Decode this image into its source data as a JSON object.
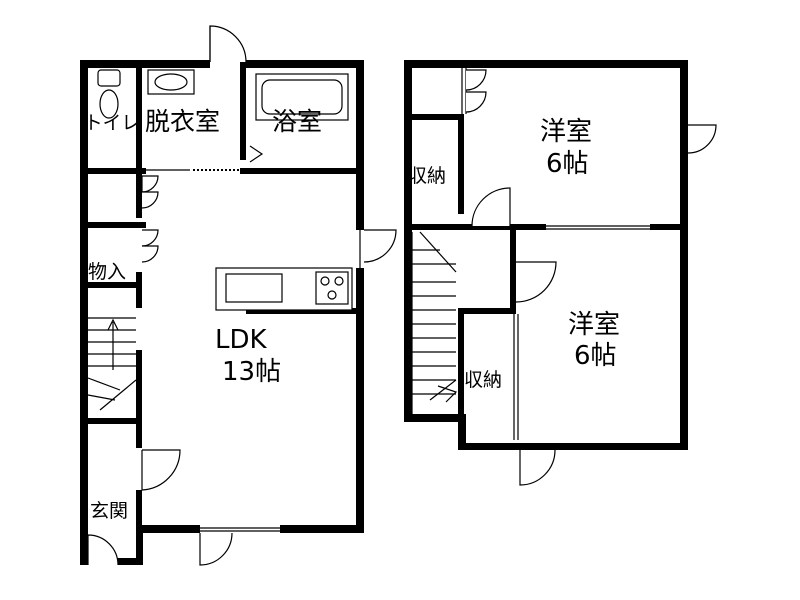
{
  "floor1": {
    "toilet": "トイレ",
    "dressing": "脱衣室",
    "bath": "浴室",
    "storage": "物入",
    "ldk_name": "LDK",
    "ldk_size": "13帖",
    "entrance": "玄関"
  },
  "floor2": {
    "room_upper_name": "洋室",
    "room_upper_size": "6帖",
    "room_lower_name": "洋室",
    "room_lower_size": "6帖",
    "closet_upper": "収納",
    "closet_lower": "収納"
  }
}
